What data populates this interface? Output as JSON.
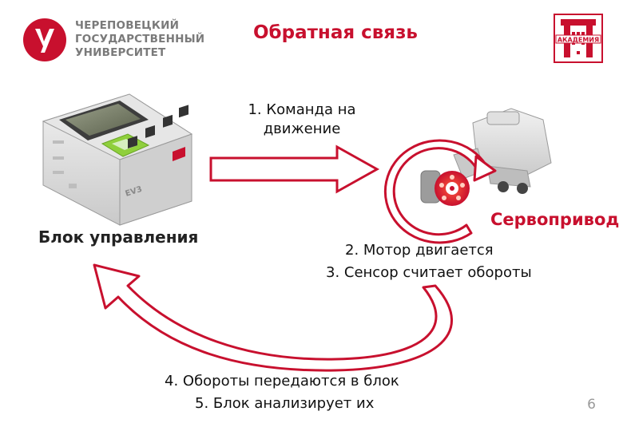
{
  "university": {
    "lines": [
      "ЧЕРЕПОВЕЦКИЙ",
      "ГОСУДАРСТВЕННЫЙ",
      "УНИВЕРСИТЕТ"
    ],
    "brand_color": "#c8102e"
  },
  "academy_logo": {
    "text": "АКАДЕМИЯ"
  },
  "title": "Обратная связь",
  "controller": {
    "label": "Блок управления",
    "screen_text": "EV3"
  },
  "servo": {
    "label": "Сервопривод"
  },
  "steps": {
    "step1": [
      "1. Команда на",
      "движение"
    ],
    "step2": "2. Мотор двигается",
    "step3": "3. Сенсор считает обороты",
    "step4": "4. Обороты передаются в блок",
    "step5": "5. Блок анализирует их"
  },
  "page_number": "6",
  "colors": {
    "accent": "#c8102e",
    "arrow_fill": "#ffffff",
    "arrow_stroke": "#c8102e"
  }
}
